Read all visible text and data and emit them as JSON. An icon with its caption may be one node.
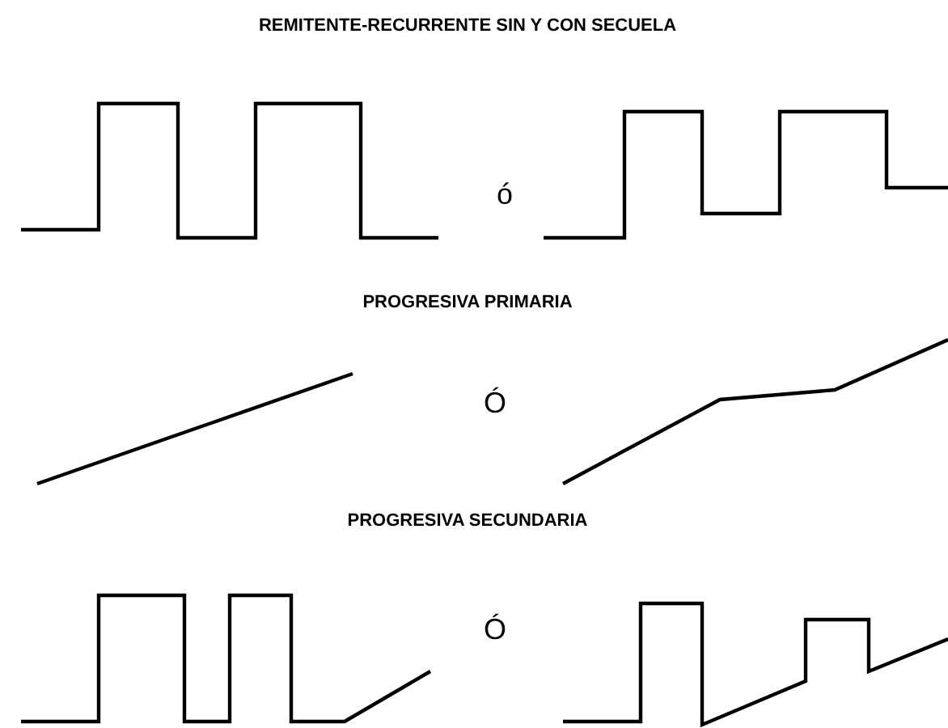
{
  "diagram": {
    "labels": [
      "REMITENTE-RECURRENTE SIN Y CON SECUELA",
      "ó",
      "PROGRESIVA PRIMARIA",
      "Ó",
      "PROGRESIVA SECUNDARIA",
      "Ó"
    ]
  }
}
